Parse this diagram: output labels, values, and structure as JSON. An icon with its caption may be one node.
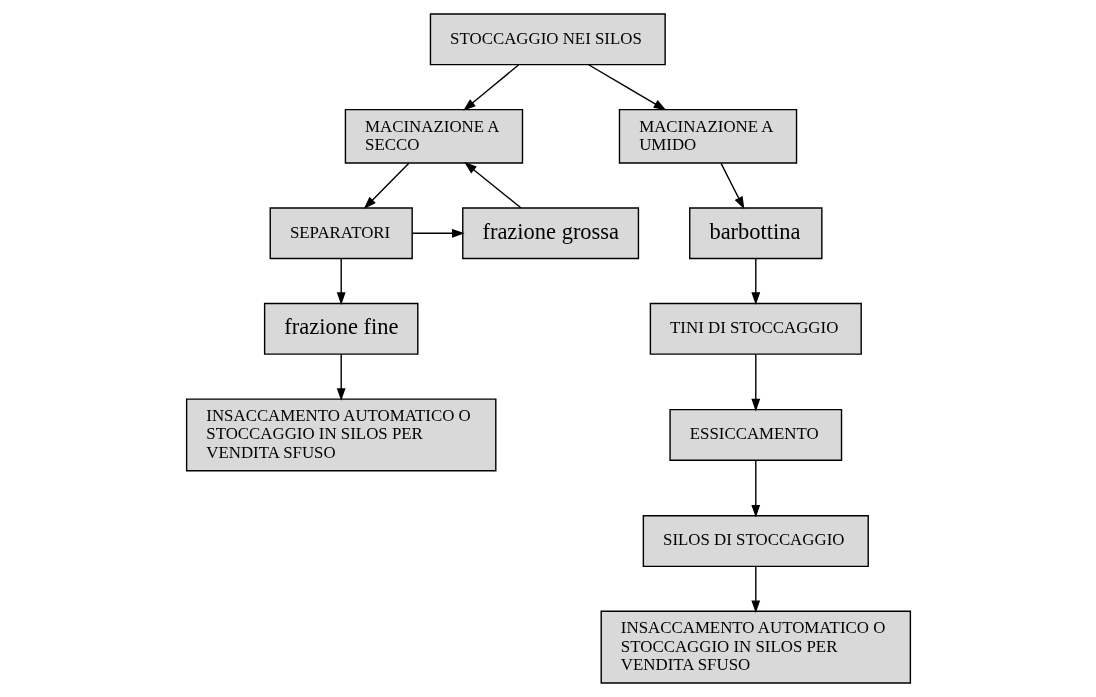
{
  "diagram": {
    "nodes": [
      {
        "text": [
          "STOCCAGGIO NEI SILOS"
        ]
      },
      {
        "text": [
          "MACINAZIONE A SECCO"
        ]
      },
      {
        "text": [
          "MACINAZIONE A UMIDO"
        ]
      },
      {
        "text": [
          "frazione grossa"
        ]
      },
      {
        "text": [
          "SEPARATORI"
        ]
      },
      {
        "text": [
          "frazione fine"
        ]
      },
      {
        "text": [
          "INSACCAMENTO AUTOMATICO O STOCCAGGIO IN SILOS PER VENDITA SFUSO"
        ]
      },
      {
        "text": [
          "barbottina"
        ]
      },
      {
        "text": [
          "TINI DI STOCCAGGIO"
        ]
      },
      {
        "text": [
          "ESSICCAMENTO"
        ]
      },
      {
        "text": [
          "SILOS DI STOCCAGGIO"
        ]
      },
      {
        "text": [
          "INSACCAMENTO AUTOMATICO O STOCCAGGIO IN SILOS PER VENDITA SFUSO"
        ]
      }
    ],
    "edges": [
      {
        "from": 0,
        "to": 1,
        "arrow": "to"
      },
      {
        "from": 0,
        "to": 2,
        "arrow": "to"
      },
      {
        "from": 1,
        "to": 4,
        "arrow": "to"
      },
      {
        "from": 4,
        "to": 3,
        "arrow": "to"
      },
      {
        "from": 3,
        "to": 1,
        "arrow": "to"
      },
      {
        "from": 4,
        "to": 5,
        "arrow": "to"
      },
      {
        "from": 5,
        "to": 6,
        "arrow": "to"
      },
      {
        "from": 2,
        "to": 7,
        "arrow": "to"
      },
      {
        "from": 7,
        "to": 8,
        "arrow": "to"
      },
      {
        "from": 8,
        "to": 9,
        "arrow": "to"
      },
      {
        "from": 9,
        "to": 10,
        "arrow": "to"
      },
      {
        "from": 10,
        "to": 11,
        "arrow": "to"
      }
    ]
  }
}
